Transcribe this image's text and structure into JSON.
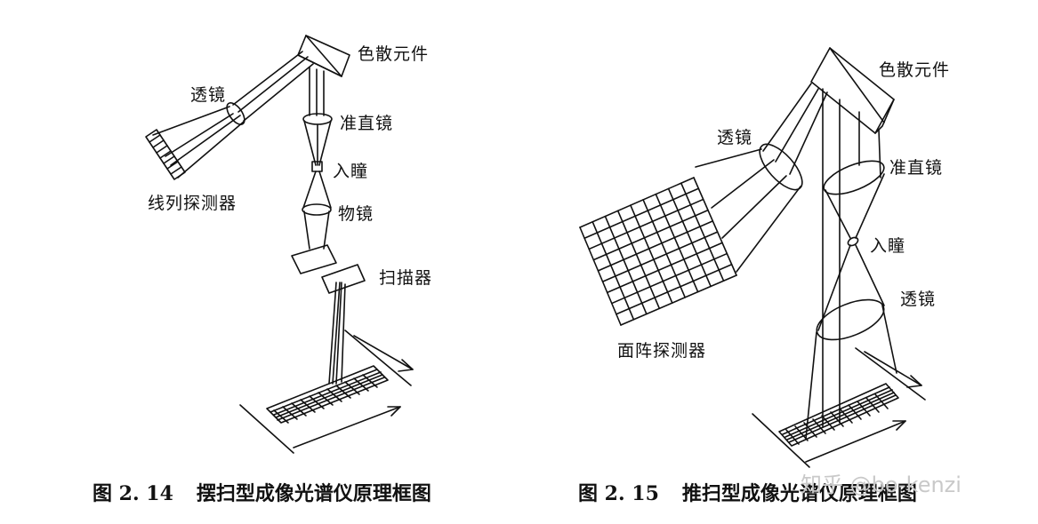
{
  "left_figure": {
    "labels": {
      "dispersive": "色散元件",
      "lens": "透镜",
      "collimator": "准直镜",
      "linear_detector": "线列探测器",
      "pupil": "入瞳",
      "objective": "物镜",
      "scanner": "扫描器"
    },
    "caption_number": "图 2. 14",
    "caption_text": "摆扫型成像光谱仪原理框图"
  },
  "right_figure": {
    "labels": {
      "dispersive": "色散元件",
      "lens_upper": "透镜",
      "collimator": "准直镜",
      "pupil": "入瞳",
      "lens_lower": "透镜",
      "area_detector": "面阵探测器"
    },
    "caption_number": "图 2. 15",
    "caption_text": "推扫型成像光谱仪原理框图"
  },
  "watermark": "知乎 @bo-kenzi",
  "colors": {
    "ink": "#111111",
    "watermark": "#c9c9c9"
  }
}
